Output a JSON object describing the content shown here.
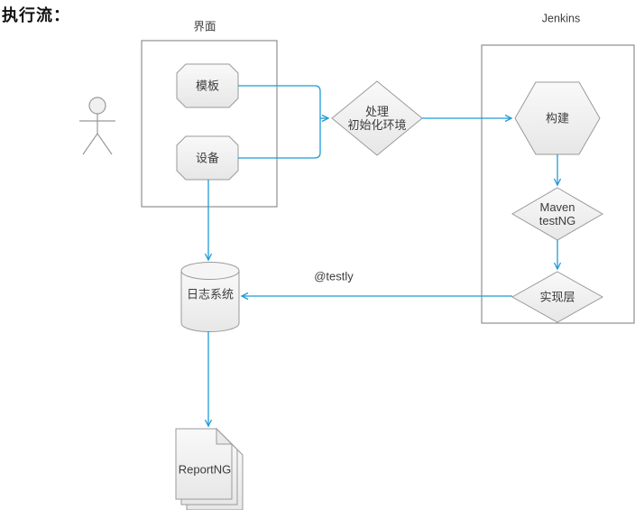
{
  "title": "执行流：",
  "containers": {
    "ui": {
      "label": "界面"
    },
    "jenkins": {
      "label": "Jenkins"
    }
  },
  "nodes": {
    "template": {
      "label": "模板",
      "shape": "octagon"
    },
    "device": {
      "label": "设备",
      "shape": "octagon"
    },
    "init_env": {
      "label": "处理\n初始化环境",
      "shape": "diamond"
    },
    "build": {
      "label": "构建",
      "shape": "hexagon"
    },
    "maven_testng": {
      "label": "Maven\ntestNG",
      "shape": "diamond"
    },
    "impl_layer": {
      "label": "实现层",
      "shape": "diamond"
    },
    "log_system": {
      "label": "日志系统",
      "shape": "cylinder"
    },
    "reportng": {
      "label": "ReportNG",
      "shape": "document-stack"
    }
  },
  "edges": {
    "testly_label": "@testly"
  },
  "colors": {
    "arrow": "#1e9bd6",
    "shape_border": "#9a9a9a",
    "container_border": "#7a7a7a",
    "text": "#3c3c3c",
    "title_text": "#111111",
    "shape_fill_top": "#f9f9f9",
    "shape_fill_bottom": "#e7e7e7"
  }
}
